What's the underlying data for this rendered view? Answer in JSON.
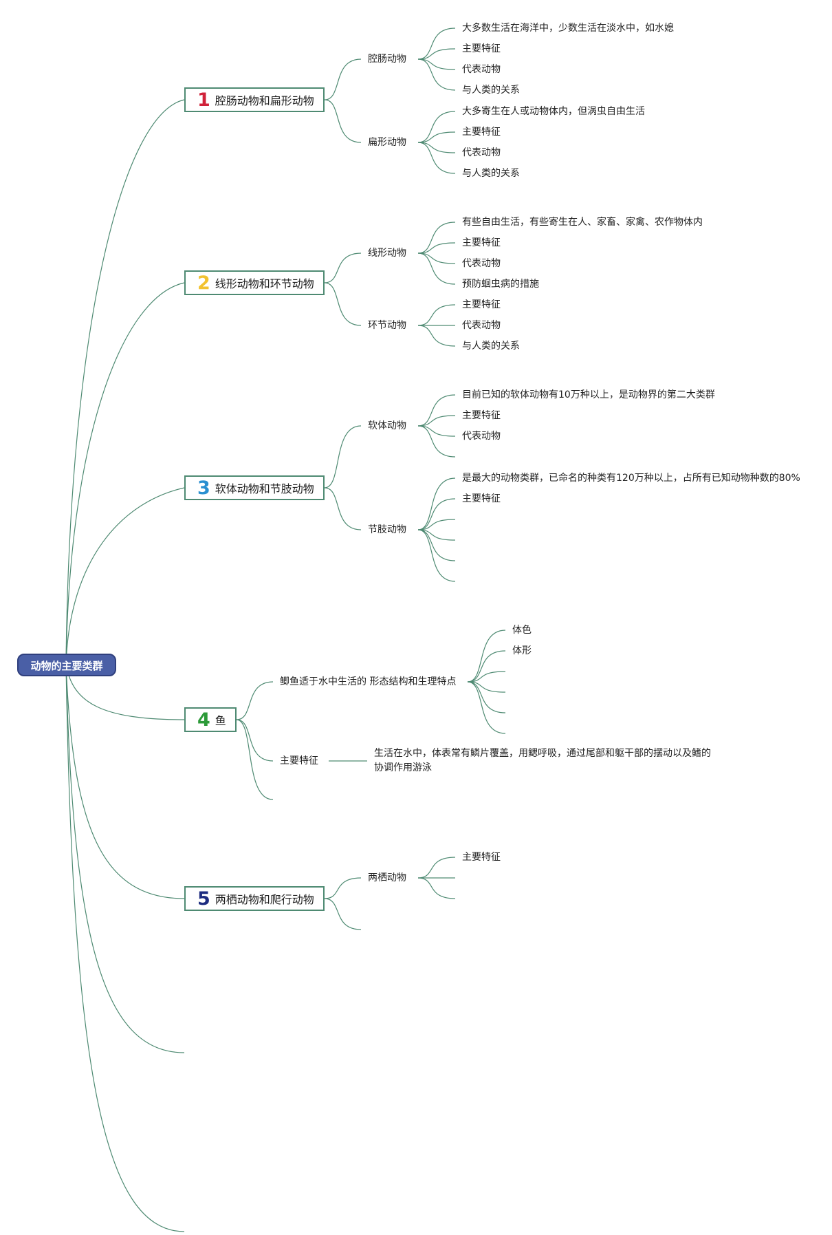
{
  "colors": {
    "line": "#4e8a72",
    "root_bg": "#4a5fa6",
    "root_border": "#2f3f7d",
    "num1": "#d0223a",
    "num2": "#f2c230",
    "num3": "#2a8fd0",
    "num4": "#2c9a38",
    "num5": "#1d2c80"
  },
  "root": "动物的主要类群",
  "topics": [
    {
      "num": "1",
      "label": "腔肠动物和扁形动物"
    },
    {
      "num": "2",
      "label": "线形动物和环节动物"
    },
    {
      "num": "3",
      "label": "软体动物和节肢动物"
    },
    {
      "num": "4",
      "label": "鱼"
    },
    {
      "num": "5",
      "label": "两栖动物和爬行动物"
    }
  ],
  "t1": {
    "a": {
      "label": "腔肠动物",
      "items": [
        "大多数生活在海洋中，少数生活在淡水中，如水媳",
        "主要特征",
        "代表动物",
        "与人类的关系"
      ]
    },
    "b": {
      "label": "扁形动物",
      "items": [
        "大多寄生在人或动物体内，但涡虫自由生活",
        "主要特征",
        "代表动物",
        "与人类的关系"
      ]
    }
  },
  "t2": {
    "a": {
      "label": "线形动物",
      "items": [
        "有些自由生活，有些寄生在人、家畜、家禽、农作物体内",
        "主要特征",
        "代表动物",
        "预防蛔虫病的措施"
      ]
    },
    "b": {
      "label": "环节动物",
      "items": [
        "主要特征",
        "代表动物",
        "与人类的关系"
      ]
    }
  },
  "t3": {
    "a": {
      "label": "软体动物",
      "items": [
        "目前已知的软体动物有10万种以上，是动物界的第二大类群",
        "主要特征",
        "代表动物"
      ]
    },
    "b": {
      "label": "节肢动物",
      "items": [
        "是最大的动物类群，已命名的种类有120万种以上，占所有已知动物种数的80%",
        "主要特征"
      ]
    }
  },
  "t4": {
    "a": {
      "label": "鲫鱼适于水中生活的 形态结构和生理特点",
      "items": [
        "体色",
        "体形"
      ]
    },
    "b": {
      "label": "主要特征",
      "detail": "生活在水中，体表常有鳞片覆盖，用鳃呼吸，通过尾部和躯干部的摆动以及鳍的协调作用游泳"
    }
  },
  "t5": {
    "a": {
      "label": "两栖动物",
      "items": [
        "主要特征"
      ]
    }
  }
}
